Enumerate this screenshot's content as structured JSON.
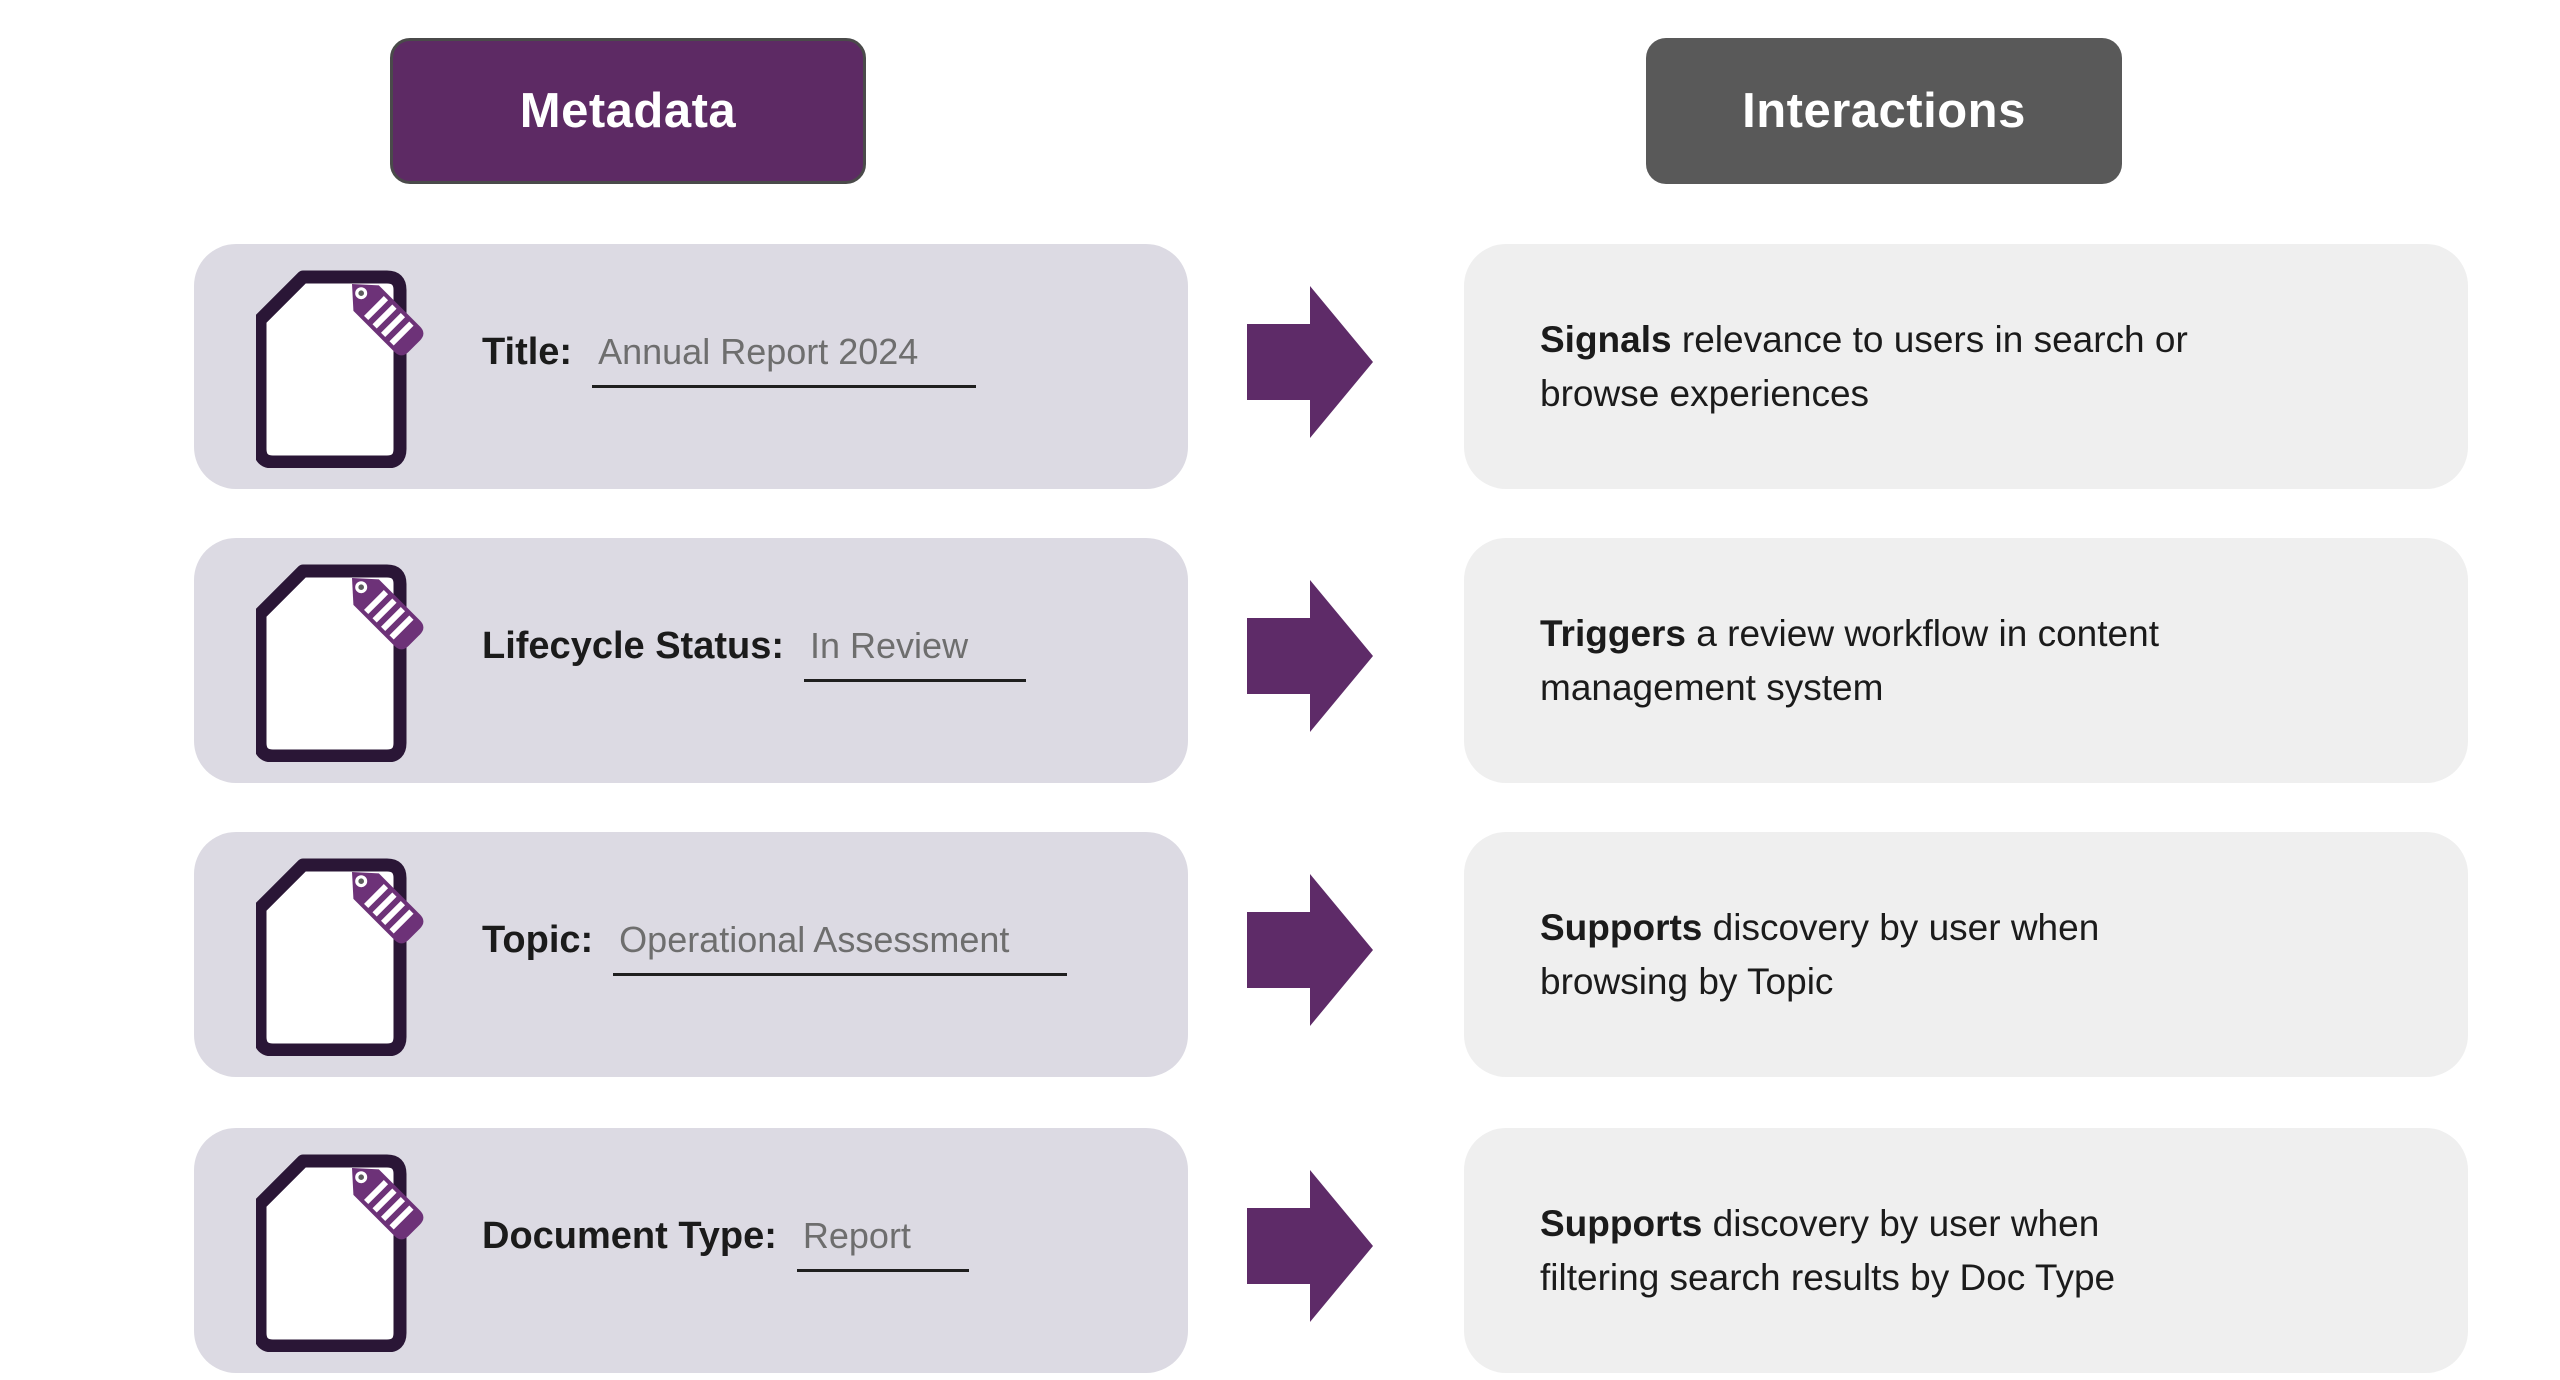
{
  "headers": {
    "metadata": "Metadata",
    "interactions": "Interactions"
  },
  "rows": [
    {
      "label": "Title:",
      "value": "Annual Report 2024",
      "interaction": {
        "lead": "Signals",
        "rest": " relevance to users in search or\nbrowse experiences"
      }
    },
    {
      "label": "Lifecycle Status:",
      "value": "In Review",
      "interaction": {
        "lead": "Triggers",
        "rest": " a review workflow in content\nmanagement system"
      }
    },
    {
      "label": "Topic:",
      "value": "Operational Assessment",
      "interaction": {
        "lead": "Supports",
        "rest": " discovery by user when\nbrowsing by Topic"
      }
    },
    {
      "label": "Document Type:",
      "value": "Report",
      "interaction": {
        "lead": "Supports",
        "rest": " discovery by user when\nfiltering search results by Doc Type"
      }
    }
  ],
  "icons": {
    "document": "document-with-tag-icon",
    "arrow": "arrow-right-icon"
  },
  "colors": {
    "purple_header": "#5d2a64",
    "gray_header": "#595959",
    "arrow_purple": "#5e2b68",
    "tag_purple": "#6d3278",
    "icon_outline": "#2a1636",
    "left_card": "#dcdae3",
    "right_card": "#efefef",
    "value_gray": "#6e6e6e",
    "underline": "#1f1f1f",
    "text_dark": "#1b1b1b",
    "header_text": "#ffffff"
  }
}
